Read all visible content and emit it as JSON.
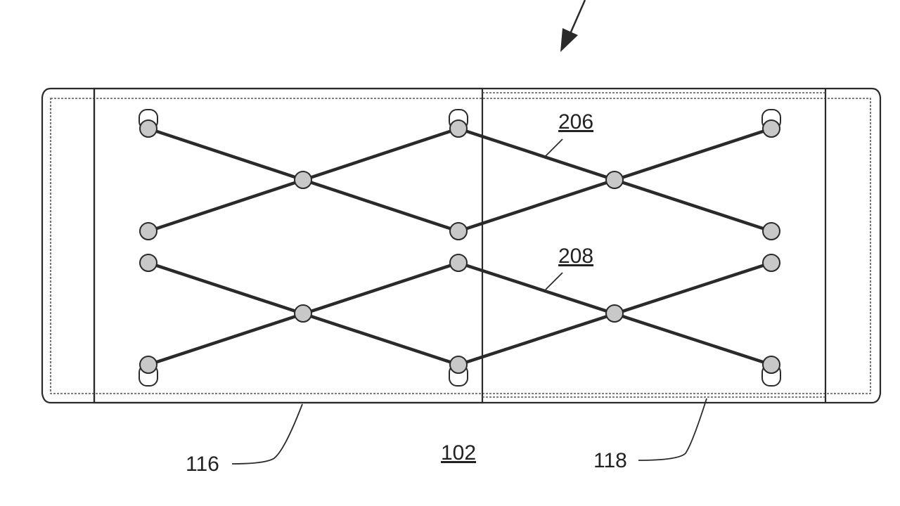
{
  "labels": {
    "device": "102",
    "first_portion": "116",
    "second_portion": "118",
    "upper_linkage": "206",
    "lower_linkage": "208"
  }
}
